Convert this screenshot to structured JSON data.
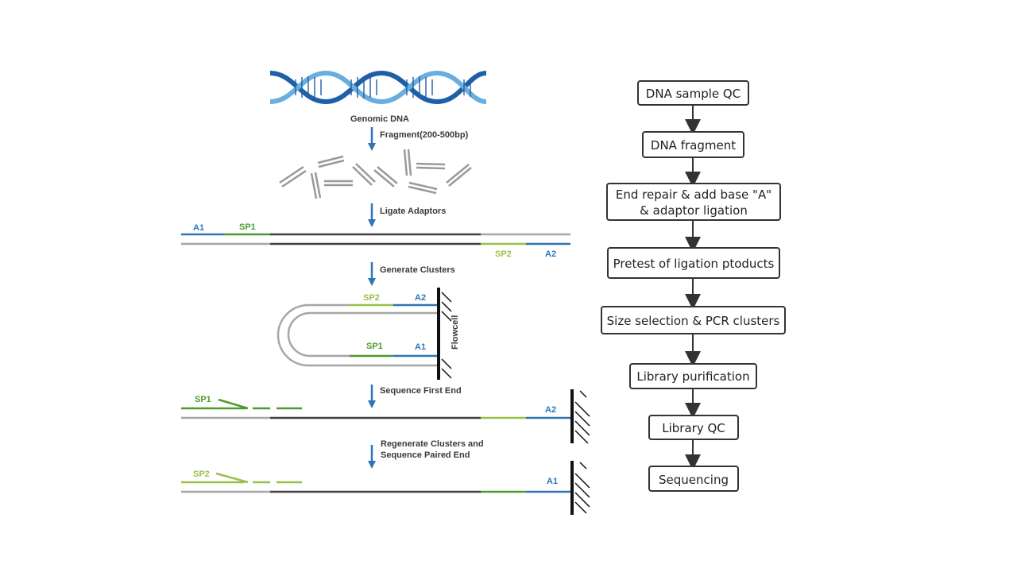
{
  "left_labels": {
    "genomic_dna": "Genomic DNA",
    "fragment": "Fragment(200-500bp)",
    "ligate": "Ligate Adaptors",
    "generate": "Generate Clusters",
    "sequence_first": "Sequence First End",
    "regenerate_line1": "Regenerate Clusters and",
    "regenerate_line2": "Sequence Paired End",
    "flowcell": "Flowcell"
  },
  "adaptor_tags": {
    "a1": "A1",
    "sp1": "SP1",
    "sp2": "SP2",
    "a2": "A2"
  },
  "flowchart": {
    "steps": [
      {
        "line1": "DNA sample QC",
        "line2": ""
      },
      {
        "line1": "DNA fragment",
        "line2": ""
      },
      {
        "line1": "End repair & add base \"A\"",
        "line2": "& adaptor ligation"
      },
      {
        "line1": "Pretest of ligation ptoducts",
        "line2": ""
      },
      {
        "line1": "Size selection & PCR clusters",
        "line2": ""
      },
      {
        "line1": "Library purification",
        "line2": ""
      },
      {
        "line1": "Library QC",
        "line2": ""
      },
      {
        "line1": "Sequencing",
        "line2": ""
      }
    ]
  },
  "colors": {
    "a_blue": "#2f75b5",
    "sp_green": "#4f9a2e",
    "sp_light_green": "#9cbf4c",
    "arrow_blue": "#2e75b6",
    "strand_dark": "#404040",
    "strand_gray": "#a6a6a6"
  }
}
